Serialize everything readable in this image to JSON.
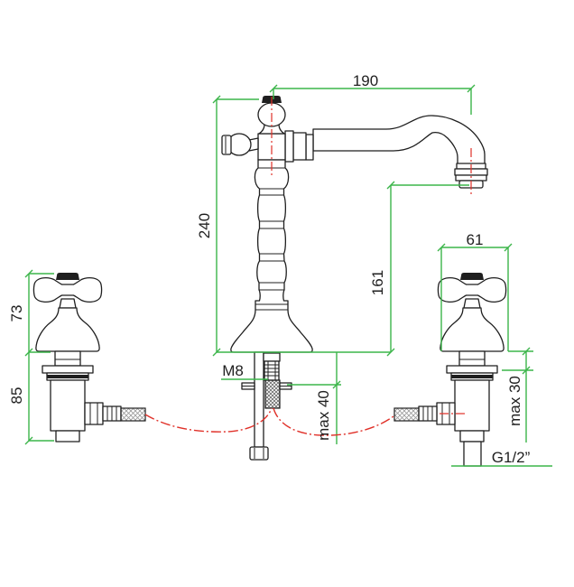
{
  "drawing": {
    "labels": {
      "spout_reach": "190",
      "total_height": "240",
      "spout_outlet_height": "161",
      "handle_width": "61",
      "handle_height": "73",
      "valve_body_depth": "85",
      "stud_thread": "M8",
      "max_deck_center": "max 40",
      "max_deck_side": "max 30",
      "inlet_thread": "G1/2”"
    },
    "colors": {
      "dimension": "#3cb54a",
      "centerline": "#e03129",
      "outline": "#1f1f1f",
      "background": "#ffffff"
    }
  }
}
